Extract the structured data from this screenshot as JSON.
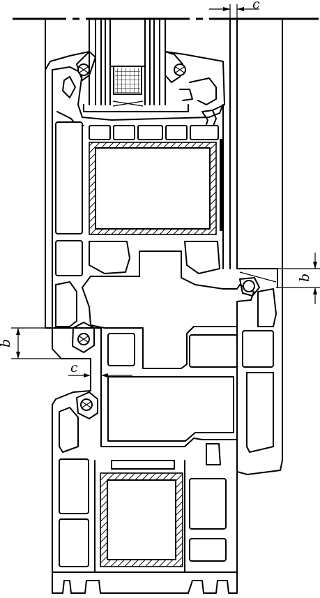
{
  "labels": {
    "c_top": "c",
    "b_right": "b",
    "b_left": "b",
    "c_left": "c"
  },
  "colors": {
    "line": "#000000",
    "background": "#ffffff"
  }
}
